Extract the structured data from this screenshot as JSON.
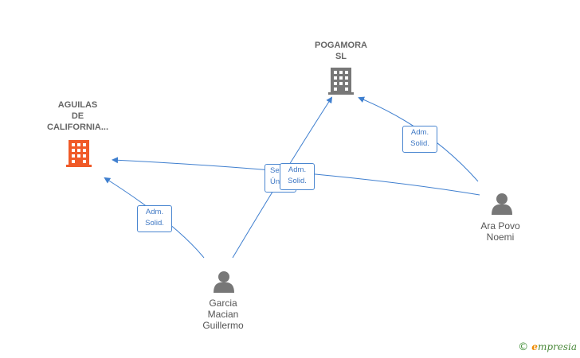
{
  "nodes": {
    "aguilas": {
      "label_lines": [
        "AGUILAS",
        "DE",
        "CALIFORNIA..."
      ],
      "icon": "building-icon",
      "color": "#f05a28"
    },
    "pogamora": {
      "label_lines": [
        "POGAMORA",
        "SL"
      ],
      "icon": "building-icon",
      "color": "#777777"
    },
    "ara": {
      "label_lines": [
        "Ara Povo",
        "Noemi"
      ],
      "icon": "person-icon",
      "color": "#777777"
    },
    "garcia": {
      "label_lines": [
        "Garcia",
        "Macian",
        "Guillermo"
      ],
      "icon": "person-icon",
      "color": "#777777"
    }
  },
  "edges": [
    {
      "id": "garcia-aguilas",
      "from": "garcia",
      "to": "aguilas",
      "label_lines": [
        "Adm.",
        "Solid."
      ]
    },
    {
      "id": "garcia-pogamora",
      "from": "garcia",
      "to": "pogamora",
      "label_lines": [
        "Se",
        "Ún"
      ]
    },
    {
      "id": "ara-aguilas",
      "from": "ara",
      "to": "aguilas",
      "label_lines": [
        "Adm.",
        "Solid."
      ]
    },
    {
      "id": "ara-pogamora",
      "from": "ara",
      "to": "pogamora",
      "label_lines": [
        "Adm.",
        "Solid."
      ]
    }
  ],
  "edge_color": "#3f7fcf",
  "brand": {
    "copyright": "©",
    "initial": "e",
    "rest": "mpresia"
  }
}
